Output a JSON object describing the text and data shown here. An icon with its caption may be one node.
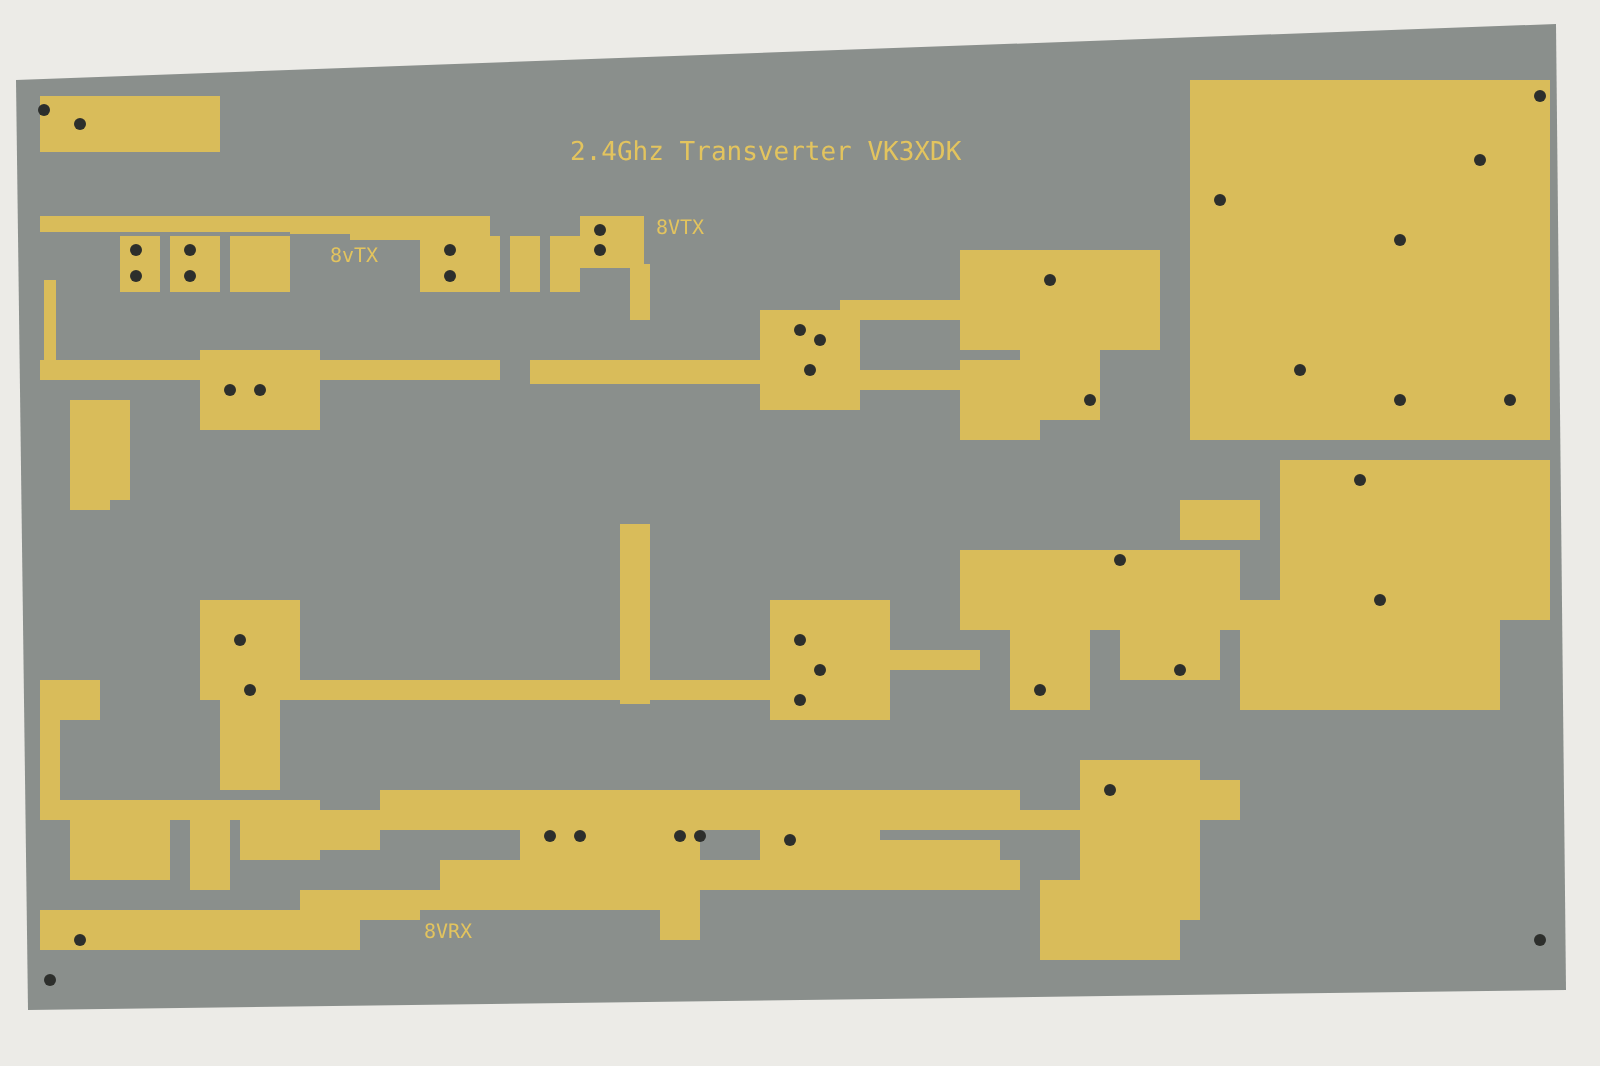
{
  "diagram": {
    "labels": [
      "2.4Ghz Transverter VK3XDK",
      "8vTX",
      "8VTX",
      "8VRX"
    ]
  }
}
